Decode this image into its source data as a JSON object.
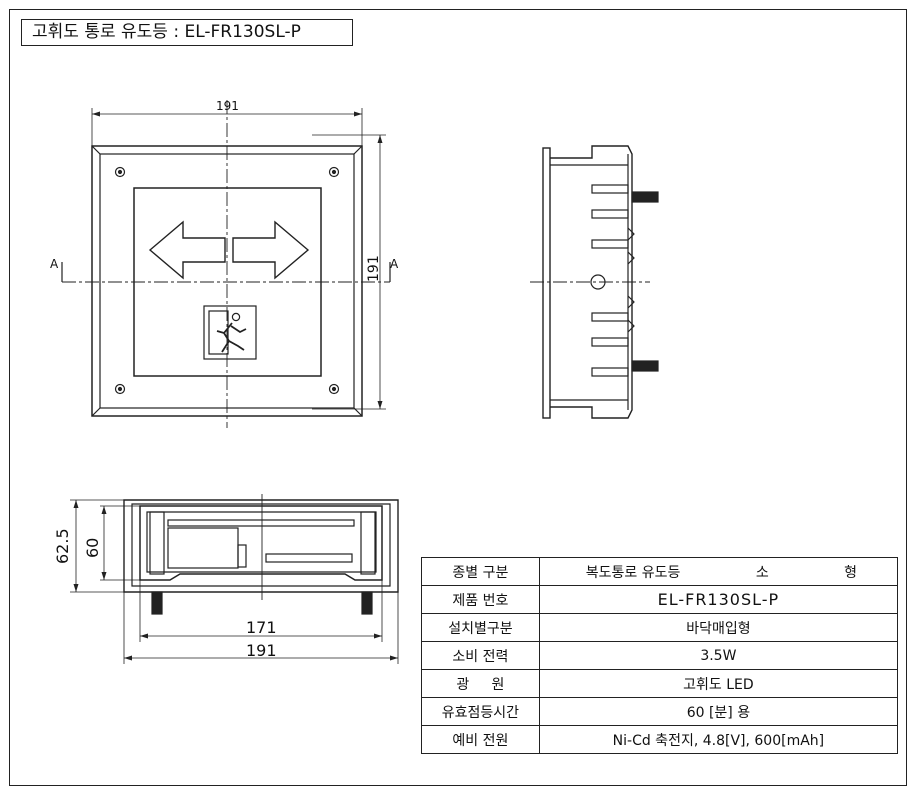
{
  "title": "고휘도 통로 유도등 : EL-FR130SL-P",
  "front_view": {
    "width_dim": "191",
    "height_dim": "191",
    "section_left": "A",
    "section_right": "A"
  },
  "section_view": {
    "height_outer_dim": "62.5",
    "height_inner_dim": "60",
    "width_inner_dim": "171",
    "width_outer_dim": "191"
  },
  "spec_table": {
    "rows": [
      {
        "label": "종별 구분",
        "value": "복도통로 유도등",
        "extra1": "소",
        "extra2": "형"
      },
      {
        "label": "제품 번호",
        "value": "EL-FR130SL-P"
      },
      {
        "label": "설치별구분",
        "value": "바닥매입형"
      },
      {
        "label": "소비 전력",
        "value": "3.5W"
      },
      {
        "label": "광     원",
        "value": "고휘도 LED"
      },
      {
        "label": "유효점등시간",
        "value": "60 [분] 용"
      },
      {
        "label": "예비 전원",
        "value": "Ni-Cd 축전지, 4.8[V], 600[mAh]"
      }
    ]
  }
}
